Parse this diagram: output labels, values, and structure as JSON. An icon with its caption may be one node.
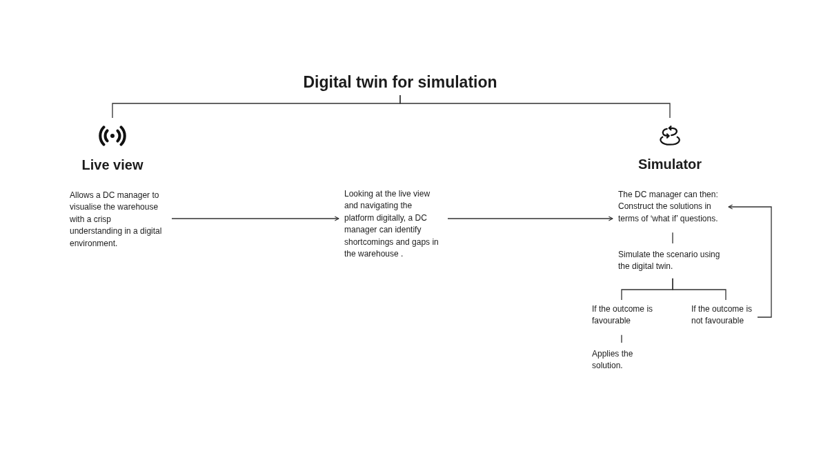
{
  "diagram": {
    "nodes": [
      {
        "text": [
          "Digital twin for simulation"
        ]
      },
      {
        "text": [
          "Live view",
          "Allows a DC manager to visualise the warehouse with a crisp understanding in a digital environment."
        ]
      },
      {
        "text": [
          "Looking at the live view and navigating the platform digitally, a DC manager can identify shortcomings and gaps in the warehouse ."
        ]
      },
      {
        "text": [
          "Simulator",
          "The DC manager can then: Construct the solutions in terms of ‘what if’ questions."
        ]
      },
      {
        "text": [
          "Simulate the scenario using the digital twin."
        ]
      },
      {
        "text": [
          "If the outcome is favourable"
        ]
      },
      {
        "text": [
          "If the outcome is not favourable"
        ]
      },
      {
        "text": [
          "Applies the solution."
        ]
      }
    ],
    "edges": [
      {
        "from": 0,
        "to": 1,
        "arrow": "none"
      },
      {
        "from": 0,
        "to": 3,
        "arrow": "none"
      },
      {
        "from": 1,
        "to": 2,
        "arrow": "to"
      },
      {
        "from": 2,
        "to": 3,
        "arrow": "to"
      },
      {
        "from": 3,
        "to": 4,
        "arrow": "none"
      },
      {
        "from": 4,
        "to": 5,
        "arrow": "none"
      },
      {
        "from": 4,
        "to": 6,
        "arrow": "none"
      },
      {
        "from": 5,
        "to": 7,
        "arrow": "none"
      },
      {
        "from": 6,
        "to": 3,
        "arrow": "to"
      }
    ]
  }
}
